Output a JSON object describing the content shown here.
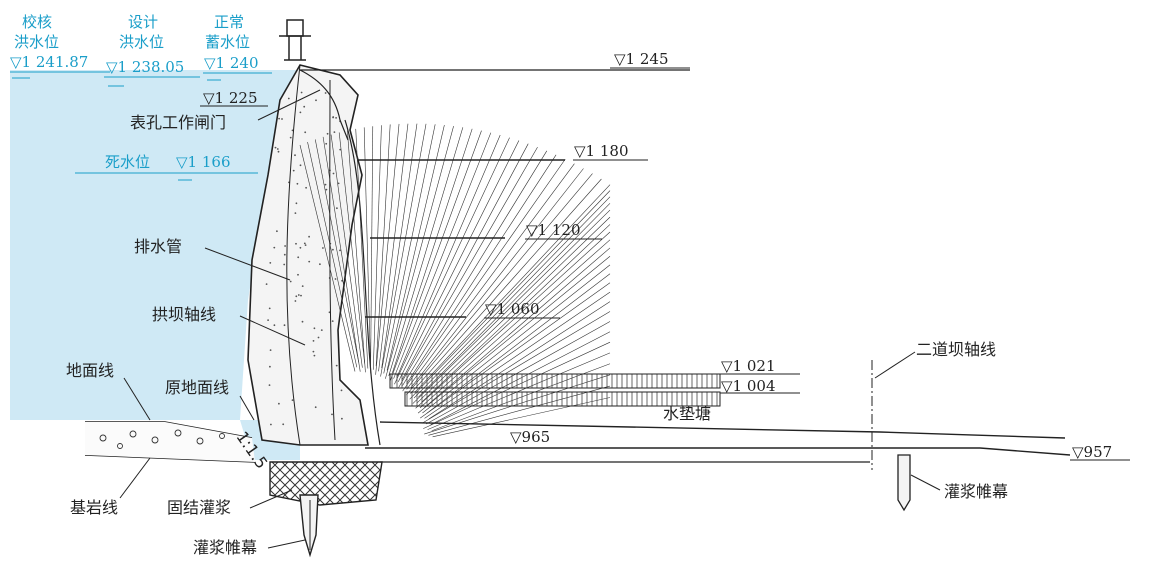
{
  "colors": {
    "water": "#cfe9f5",
    "label_cyan": "#1a9ec9",
    "line": "#222222",
    "concrete": "#f4f4f4"
  },
  "water_levels": {
    "check_flood": {
      "label_line1": "校核",
      "label_line2": "洪水位",
      "elev": "1 241.87"
    },
    "design_flood": {
      "label_line1": "设计",
      "label_line2": "洪水位",
      "elev": "1 238.05"
    },
    "normal": {
      "label_line1": "正常",
      "label_line2": "蓄水位",
      "elev": "1 240"
    },
    "dead": {
      "label": "死水位",
      "elev": "1 166"
    }
  },
  "elevations": {
    "crest": "1 245",
    "e1225": "1 225",
    "e1180": "1 180",
    "e1120": "1 120",
    "e1060": "1 060",
    "e1021": "1 021",
    "e1004": "1 004",
    "e965": "965",
    "e957": "957"
  },
  "labels": {
    "surface_gate": "表孔工作闸门",
    "drain_pipe": "排水管",
    "arch_axis": "拱坝轴线",
    "ground_line": "地面线",
    "original_ground": "原地面线",
    "bedrock_line": "基岩线",
    "consolidation": "固结灌浆",
    "grout_curtain_left": "灌浆帷幕",
    "grout_curtain_right": "灌浆帷幕",
    "secondary_dam_axis": "二道坝轴线",
    "plunge_pool": "水垫塘",
    "slope": "1:1.5"
  }
}
